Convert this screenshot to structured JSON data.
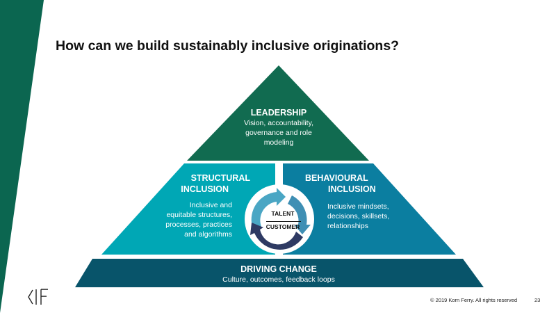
{
  "title": "How can we build sustainably inclusive originations?",
  "leadership": {
    "heading": "LEADERSHIP",
    "line1": "Vision, accountability,",
    "line2": "governance and role",
    "line3": "modeling"
  },
  "structural": {
    "heading1": "STRUCTURAL",
    "heading2": "INCLUSION",
    "line1": "Inclusive and",
    "line2": "equitable structures,",
    "line3": "processes, practices",
    "line4": "and algorithms"
  },
  "behavioural": {
    "heading1": "BEHAVIOURAL",
    "heading2": "INCLUSION",
    "line1": "Inclusive mindsets,",
    "line2": "decisions, skillsets,",
    "line3": "relationships"
  },
  "core": {
    "top": "TALENT",
    "bottom": "CUSTOMER"
  },
  "driving": {
    "heading": "DRIVING CHANGE",
    "line1": "Culture, outcomes, feedback loops"
  },
  "footer": {
    "copyright": "© 2019 Korn Ferry. All rights reserved",
    "page_number": "23"
  },
  "colors": {
    "brand_green": "#0b6650",
    "leadership": "#116b50",
    "structural": "#00a7b5",
    "behavioural": "#0b7ea0",
    "driving": "#08546a",
    "cycle_light": "#4aa6c4",
    "cycle_dark": "#2e3a63"
  }
}
